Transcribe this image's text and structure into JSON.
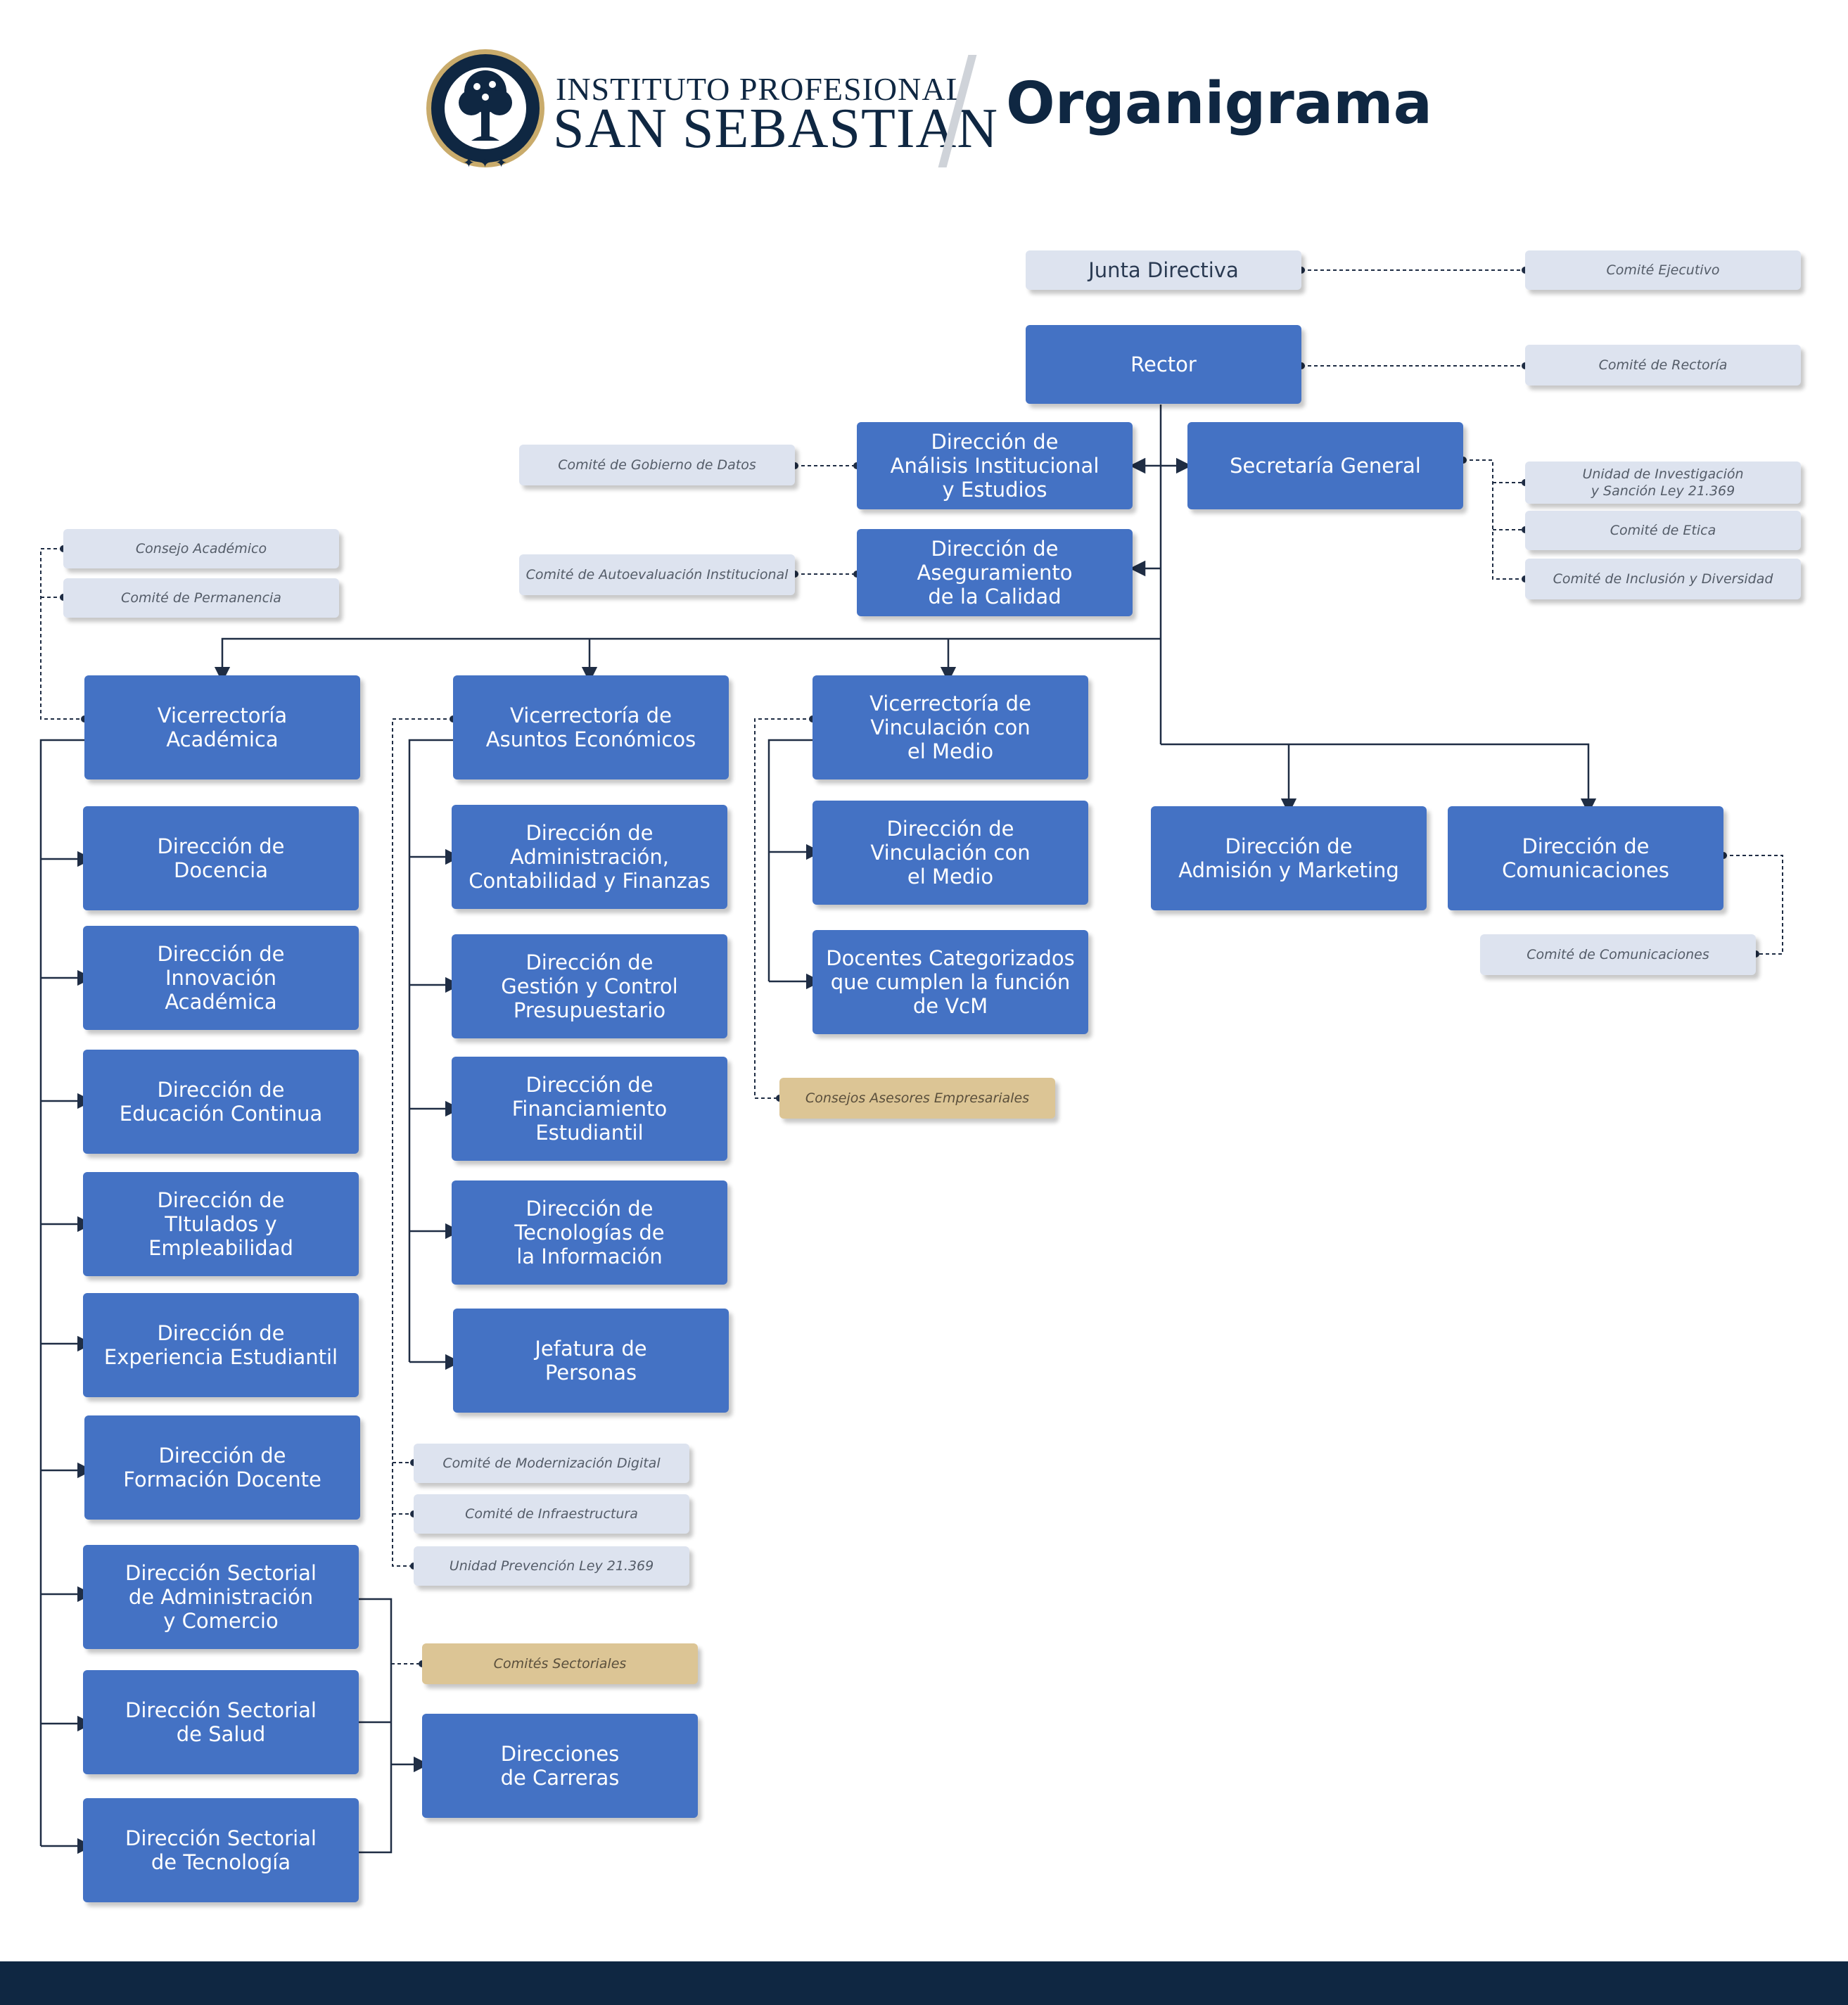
{
  "header": {
    "brand_line1": "INSTITUTO PROFESIONAL",
    "brand_line2": "SAN SEBASTIAN",
    "title": "Organigrama"
  },
  "nodes": {
    "junta": "Junta Directiva",
    "comite_ejecutivo": "Comité Ejecutivo",
    "rector": "Rector",
    "comite_rectoria": "Comité de Rectoría",
    "dir_analisis": "Dirección de\nAnálisis Institucional\ny Estudios",
    "comite_gobierno_datos": "Comité de Gobierno de Datos",
    "secretaria": "Secretaría General",
    "unidad_investigacion": "Unidad de Investigación\ny Sanción Ley 21.369",
    "comite_etica": "Comité de Etica",
    "comite_inclusion": "Comité de Inclusión y Diversidad",
    "dir_aseguramiento": "Dirección de\nAseguramiento\nde la Calidad",
    "comite_autoevaluacion": "Comité de Autoevaluación Institucional",
    "consejo_academico": "Consejo Académico",
    "comite_permanencia": "Comité de Permanencia",
    "vr_academica": "Vicerrectoría\nAcadémica",
    "vr_economicos": "Vicerrectoría de\nAsuntos Económicos",
    "vr_vinculacion": "Vicerrectoría de\nVinculación con\nel Medio",
    "dir_admision": "Dirección de\nAdmisión y Marketing",
    "dir_comunicaciones": "Dirección de\nComunicaciones",
    "comite_comunicaciones": "Comité de Comunicaciones",
    "dir_docencia": "Dirección de\nDocencia",
    "dir_innovacion": "Dirección de\nInnovación\nAcadémica",
    "dir_educacion_continua": "Dirección de\nEducación Continua",
    "dir_titulados": "Dirección de\nTItulados y\nEmpleabilidad",
    "dir_experiencia": "Dirección de\nExperiencia Estudiantil",
    "dir_formacion": "Dirección de\nFormación Docente",
    "ds_administracion": "Dirección Sectorial\nde Administración\ny Comercio",
    "ds_salud": "Dirección Sectorial\nde Salud",
    "ds_tecnologia": "Dirección Sectorial\nde Tecnología",
    "dir_administracion": "Dirección de\nAdministración,\nContabilidad y Finanzas",
    "dir_gestion": "Dirección de\nGestión y Control\nPresupuestario",
    "dir_financiamiento": "Dirección de\nFinanciamiento\nEstudiantil",
    "dir_tecnologias": "Dirección de\nTecnologías de\nla Información",
    "jefatura_personas": "Jefatura de\nPersonas",
    "comite_modernizacion": "Comité de Modernización Digital",
    "comite_infraestructura": "Comité de Infraestructura",
    "unidad_prevencion": "Unidad Prevención Ley 21.369",
    "comites_sectoriales": "Comités Sectoriales",
    "direcciones_carreras": "Direcciones\nde Carreras",
    "dir_vinculacion": "Dirección de\nVinculación con\nel Medio",
    "docentes_categorizados": "Docentes Categorizados\nque cumplen la función\nde VcM",
    "consejos_asesores": "Consejos Asesores Empresariales"
  },
  "colors": {
    "navy": "#0f2742",
    "unit_blue": "#4472c4",
    "committee_light": "#dde3ef",
    "advisory_tan": "#dcc595",
    "connector": "#1f2d44"
  },
  "icons": {
    "logo": "tree-seal-logo"
  }
}
